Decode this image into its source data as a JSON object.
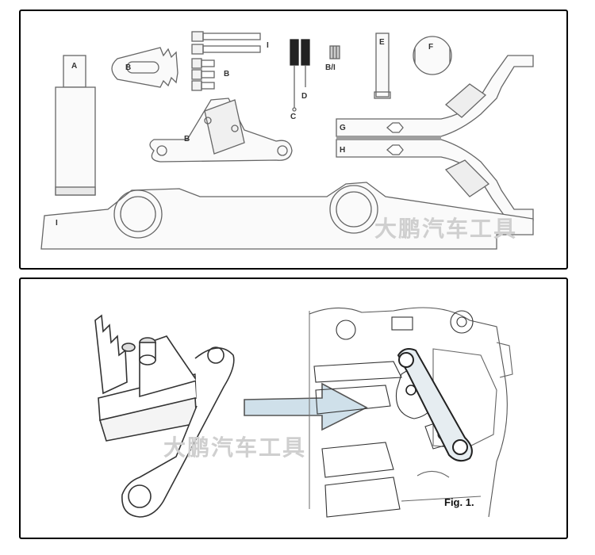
{
  "top_panel": {
    "labels": {
      "a": "A",
      "b_clamp": "B",
      "b_bolts": "B",
      "b_bracket": "B",
      "i_bolts": "I",
      "c": "C",
      "d": "D",
      "b_i": "B/I",
      "e": "E",
      "f": "F",
      "g": "G",
      "h": "H",
      "i_bar": "I"
    },
    "watermark": "大鹏汽车工具"
  },
  "bottom_panel": {
    "watermark": "大鹏汽车工具",
    "caption": "Fig. 1."
  }
}
